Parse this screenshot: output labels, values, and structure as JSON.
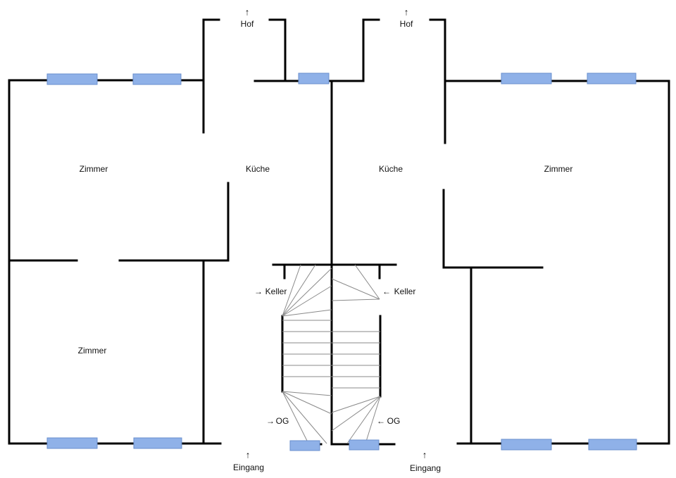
{
  "plan": {
    "colors": {
      "wall": "#000000",
      "window_fill": "#8fb1e8",
      "window_stroke": "#6a8fce",
      "stair": "#8a8a8a"
    },
    "labels": {
      "courtyard_left": "Hof",
      "courtyard_right": "Hof",
      "room_left_upper": "Zimmer",
      "room_left_lower": "Zimmer",
      "room_right": "Zimmer",
      "kitchen_left": "Küche",
      "kitchen_right": "Küche",
      "cellar_left": "Keller",
      "cellar_right": "Keller",
      "upper_floor_left": "OG",
      "upper_floor_right": "OG",
      "entrance_left": "Eingang",
      "entrance_right": "Eingang"
    },
    "arrows": {
      "up": "↑",
      "right": "→",
      "left": "←"
    }
  }
}
